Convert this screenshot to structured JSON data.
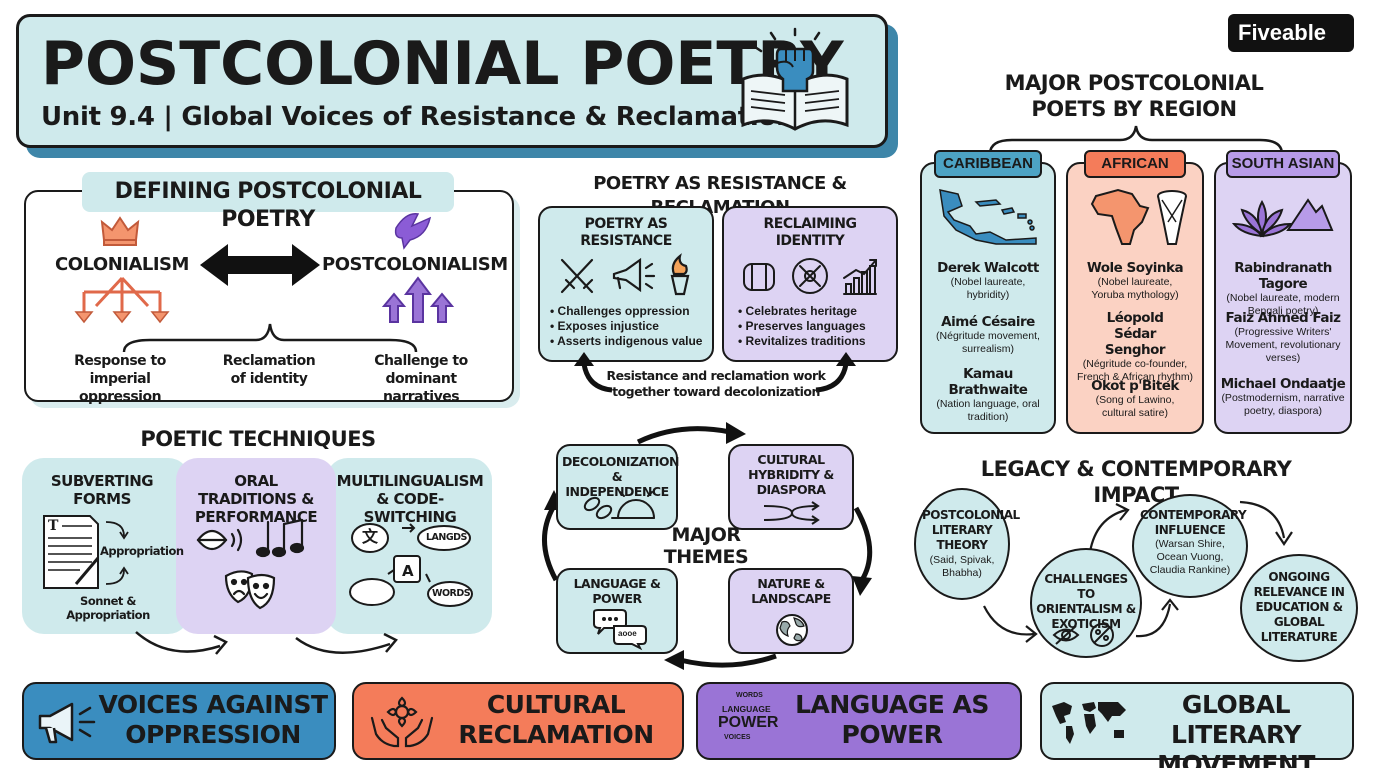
{
  "header": {
    "title": "POSTCOLONIAL POETRY",
    "subtitle": "Unit 9.4 | Global Voices of Resistance & Reclamation"
  },
  "brand": {
    "logo_text": "Fiveable"
  },
  "defining": {
    "title": "DEFINING POSTCOLONIAL POETRY",
    "left_label": "COLONIALISM",
    "right_label": "POSTCOLONIALISM",
    "points": [
      "Response to imperial oppression",
      "Reclamation of identity",
      "Challenge to dominant narratives"
    ]
  },
  "resistance": {
    "title": "POETRY AS RESISTANCE & RECLAMATION",
    "card1": {
      "title": "POETRY AS RESISTANCE",
      "bullets": [
        "Challenges oppression",
        "Exposes injustice",
        "Asserts indigenous value"
      ]
    },
    "card2": {
      "title": "RECLAIMING IDENTITY",
      "bullets": [
        "Celebrates heritage",
        "Preserves languages",
        "Revitalizes traditions"
      ]
    },
    "caption": "Resistance and reclamation work together toward decolonization"
  },
  "poets": {
    "title": "MAJOR POSTCOLONIAL POETS BY REGION",
    "regions": [
      {
        "name": "CARIBBEAN",
        "poets": [
          {
            "name": "Derek Walcott",
            "note": "(Nobel laureate, hybridity)"
          },
          {
            "name": "Aimé Césaire",
            "note": "(Négritude movement, surrealism)"
          },
          {
            "name": "Kamau Brathwaite",
            "note": "(Nation language, oral tradition)"
          }
        ]
      },
      {
        "name": "AFRICAN",
        "poets": [
          {
            "name": "Wole Soyinka",
            "note": "(Nobel laureate, Yoruba mythology)"
          },
          {
            "name": "Léopold Sédar Senghor",
            "note": "(Négritude co-founder, French & African rhythm)"
          },
          {
            "name": "Okot p'Bitek",
            "note": "(Song of Lawino, cultural satire)"
          }
        ]
      },
      {
        "name": "SOUTH ASIAN",
        "poets": [
          {
            "name": "Rabindranath Tagore",
            "note": "(Nobel laureate, modern Bengali poetry)"
          },
          {
            "name": "Faiz Ahmed Faiz",
            "note": "(Progressive Writers' Movement, revolutionary verses)"
          },
          {
            "name": "Michael Ondaatje",
            "note": "(Postmodernism, narrative poetry, diaspora)"
          }
        ]
      }
    ]
  },
  "techniques": {
    "title": "POETIC TECHNIQUES",
    "items": [
      {
        "title": "SUBVERTING FORMS",
        "labels": [
          "Appropriation",
          "Sonnet & Appropriation"
        ]
      },
      {
        "title": "ORAL TRADITIONS & PERFORMANCE"
      },
      {
        "title": "MULTILINGUALISM & CODE-SWITCHING",
        "labels": [
          "LANGDS",
          "WORDS",
          "文",
          "A"
        ]
      }
    ]
  },
  "themes": {
    "title": "MAJOR THEMES",
    "items": [
      "DECOLONIZATION & INDEPENDENCE",
      "CULTURAL HYBRIDITY & DIASPORA",
      "LANGUAGE & POWER",
      "NATURE & LANDSCAPE"
    ],
    "bubble_text": "aooe"
  },
  "legacy": {
    "title": "LEGACY & CONTEMPORARY IMPACT",
    "items": [
      {
        "title": "POSTCOLONIAL LITERARY THEORY",
        "note": "(Said, Spivak, Bhabha)"
      },
      {
        "title": "CHALLENGES TO ORIENTALISM & EXOTICISM"
      },
      {
        "title": "CONTEMPORARY INFLUENCE",
        "note": "(Warsan Shire, Ocean Vuong, Claudia Rankine)"
      },
      {
        "title": "ONGOING RELEVANCE IN EDUCATION & GLOBAL LITERATURE"
      }
    ]
  },
  "banners": [
    {
      "label": "VOICES AGAINST OPPRESSION"
    },
    {
      "label": "CULTURAL RECLAMATION"
    },
    {
      "label": "LANGUAGE AS POWER",
      "icon_words": [
        "LANGUAGE",
        "POWER",
        "WORDS",
        "VOICES"
      ]
    },
    {
      "label": "GLOBAL LITERARY MOVEMENT"
    }
  ],
  "colors": {
    "teal": "#cfeaec",
    "purple": "#ddd3f3",
    "orange": "#fbd2c3",
    "banner_blue": "#3a8dbf",
    "banner_orange": "#f47c5a",
    "banner_purple": "#9a74d6",
    "banner_teal": "#cfeaec",
    "tag_blue": "#4da3c4",
    "tag_orange": "#f47c5a",
    "tag_purple": "#b79be8"
  }
}
